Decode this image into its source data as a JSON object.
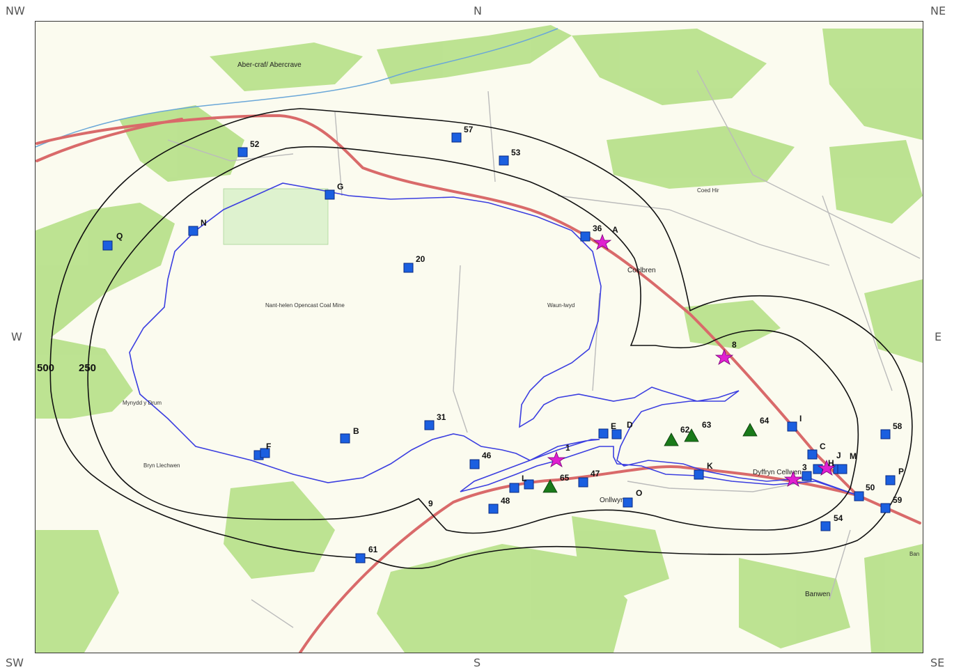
{
  "compass": {
    "nw": "NW",
    "n": "N",
    "ne": "NE",
    "w": "W",
    "e": "E",
    "sw": "SW",
    "s": "S",
    "se": "SE"
  },
  "rings": [
    {
      "label": "500"
    },
    {
      "label": "250"
    }
  ],
  "places": {
    "abercraf": "Aber-craf/ Abercrave",
    "coelbren": "Coelbren",
    "onllwyn": "Onllwyn",
    "dyffryn": "Dyffryn Cellwen",
    "banwen": "Banwen",
    "mine": "Nant-helen Opencast Coal Mine",
    "mynydd": "Mynydd y Drum",
    "waunlwyd": "Waun-lwyd",
    "coedhir": "Coed Hir",
    "bryn": "Bryn Llechwen",
    "ban": "Ban"
  },
  "markers": {
    "squares": [
      "52",
      "57",
      "53",
      "G",
      "N",
      "Q",
      "36",
      "20",
      "31",
      "B",
      "F",
      "E",
      "D",
      "46",
      "L",
      "48",
      "47",
      "O",
      "K",
      "I",
      "C",
      "J",
      "H",
      "M",
      "58",
      "P",
      "50",
      "59",
      "54",
      "61",
      "3"
    ],
    "stars": [
      "A",
      "8",
      "1"
    ],
    "triangles": [
      "65",
      "62",
      "63",
      "64"
    ],
    "other": [
      "9"
    ]
  },
  "legend_colors": {
    "square": "#1b5fe0",
    "star": "#e020d0",
    "triangle": "#1a7a1a",
    "boundary": "#3a3ae0",
    "ring": "#111111",
    "road": "#d96a6a",
    "woodland": "#b7e08a"
  }
}
